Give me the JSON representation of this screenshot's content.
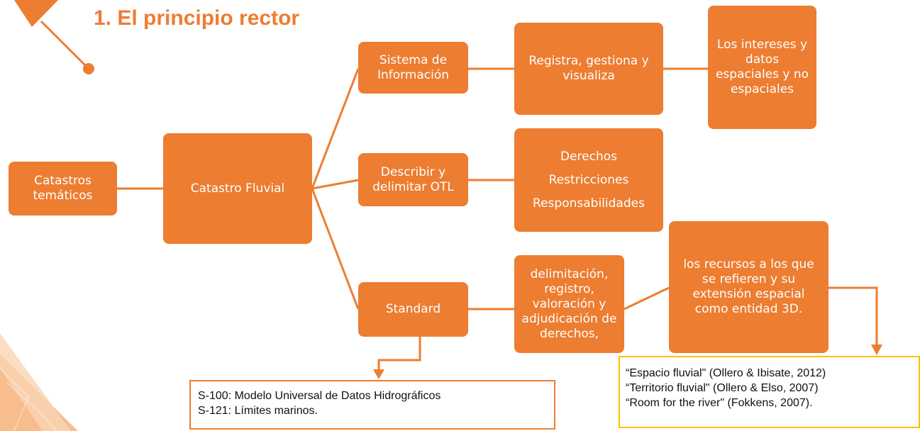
{
  "title": "1. El principio rector",
  "colors": {
    "accent": "#ED7D31",
    "note_border_1": "#ED7D31",
    "note_border_2": "#FFC000"
  },
  "nodes": {
    "tematicos": "Catastros temáticos",
    "fluvial": "Catastro Fluvial",
    "sistema": "Sistema de Información",
    "registra": "Registra, gestiona y visualiza",
    "intereses": "Los intereses y datos espaciales y no espaciales",
    "describir": "Describir y delimitar OTL",
    "derechos_list": [
      "Derechos",
      "Restricciones",
      "Responsabilidades"
    ],
    "standard": "Standard",
    "delimitacion": "delimitación, registro, valoración y adjudicación de derechos,",
    "recursos": "los recursos a los que se refieren y su extensión espacial como entidad 3D."
  },
  "notes": {
    "standards": [
      "S-100: Modelo Universal de Datos Hidrográficos",
      "S-121: Límites marinos."
    ],
    "references": [
      "“Espacio fluvial\" (Ollero & Ibisate, 2012)",
      "“Territorio fluvial\" (Ollero & Elso, 2007)",
      "“Room for the river\" (Fokkens, 2007)."
    ]
  }
}
